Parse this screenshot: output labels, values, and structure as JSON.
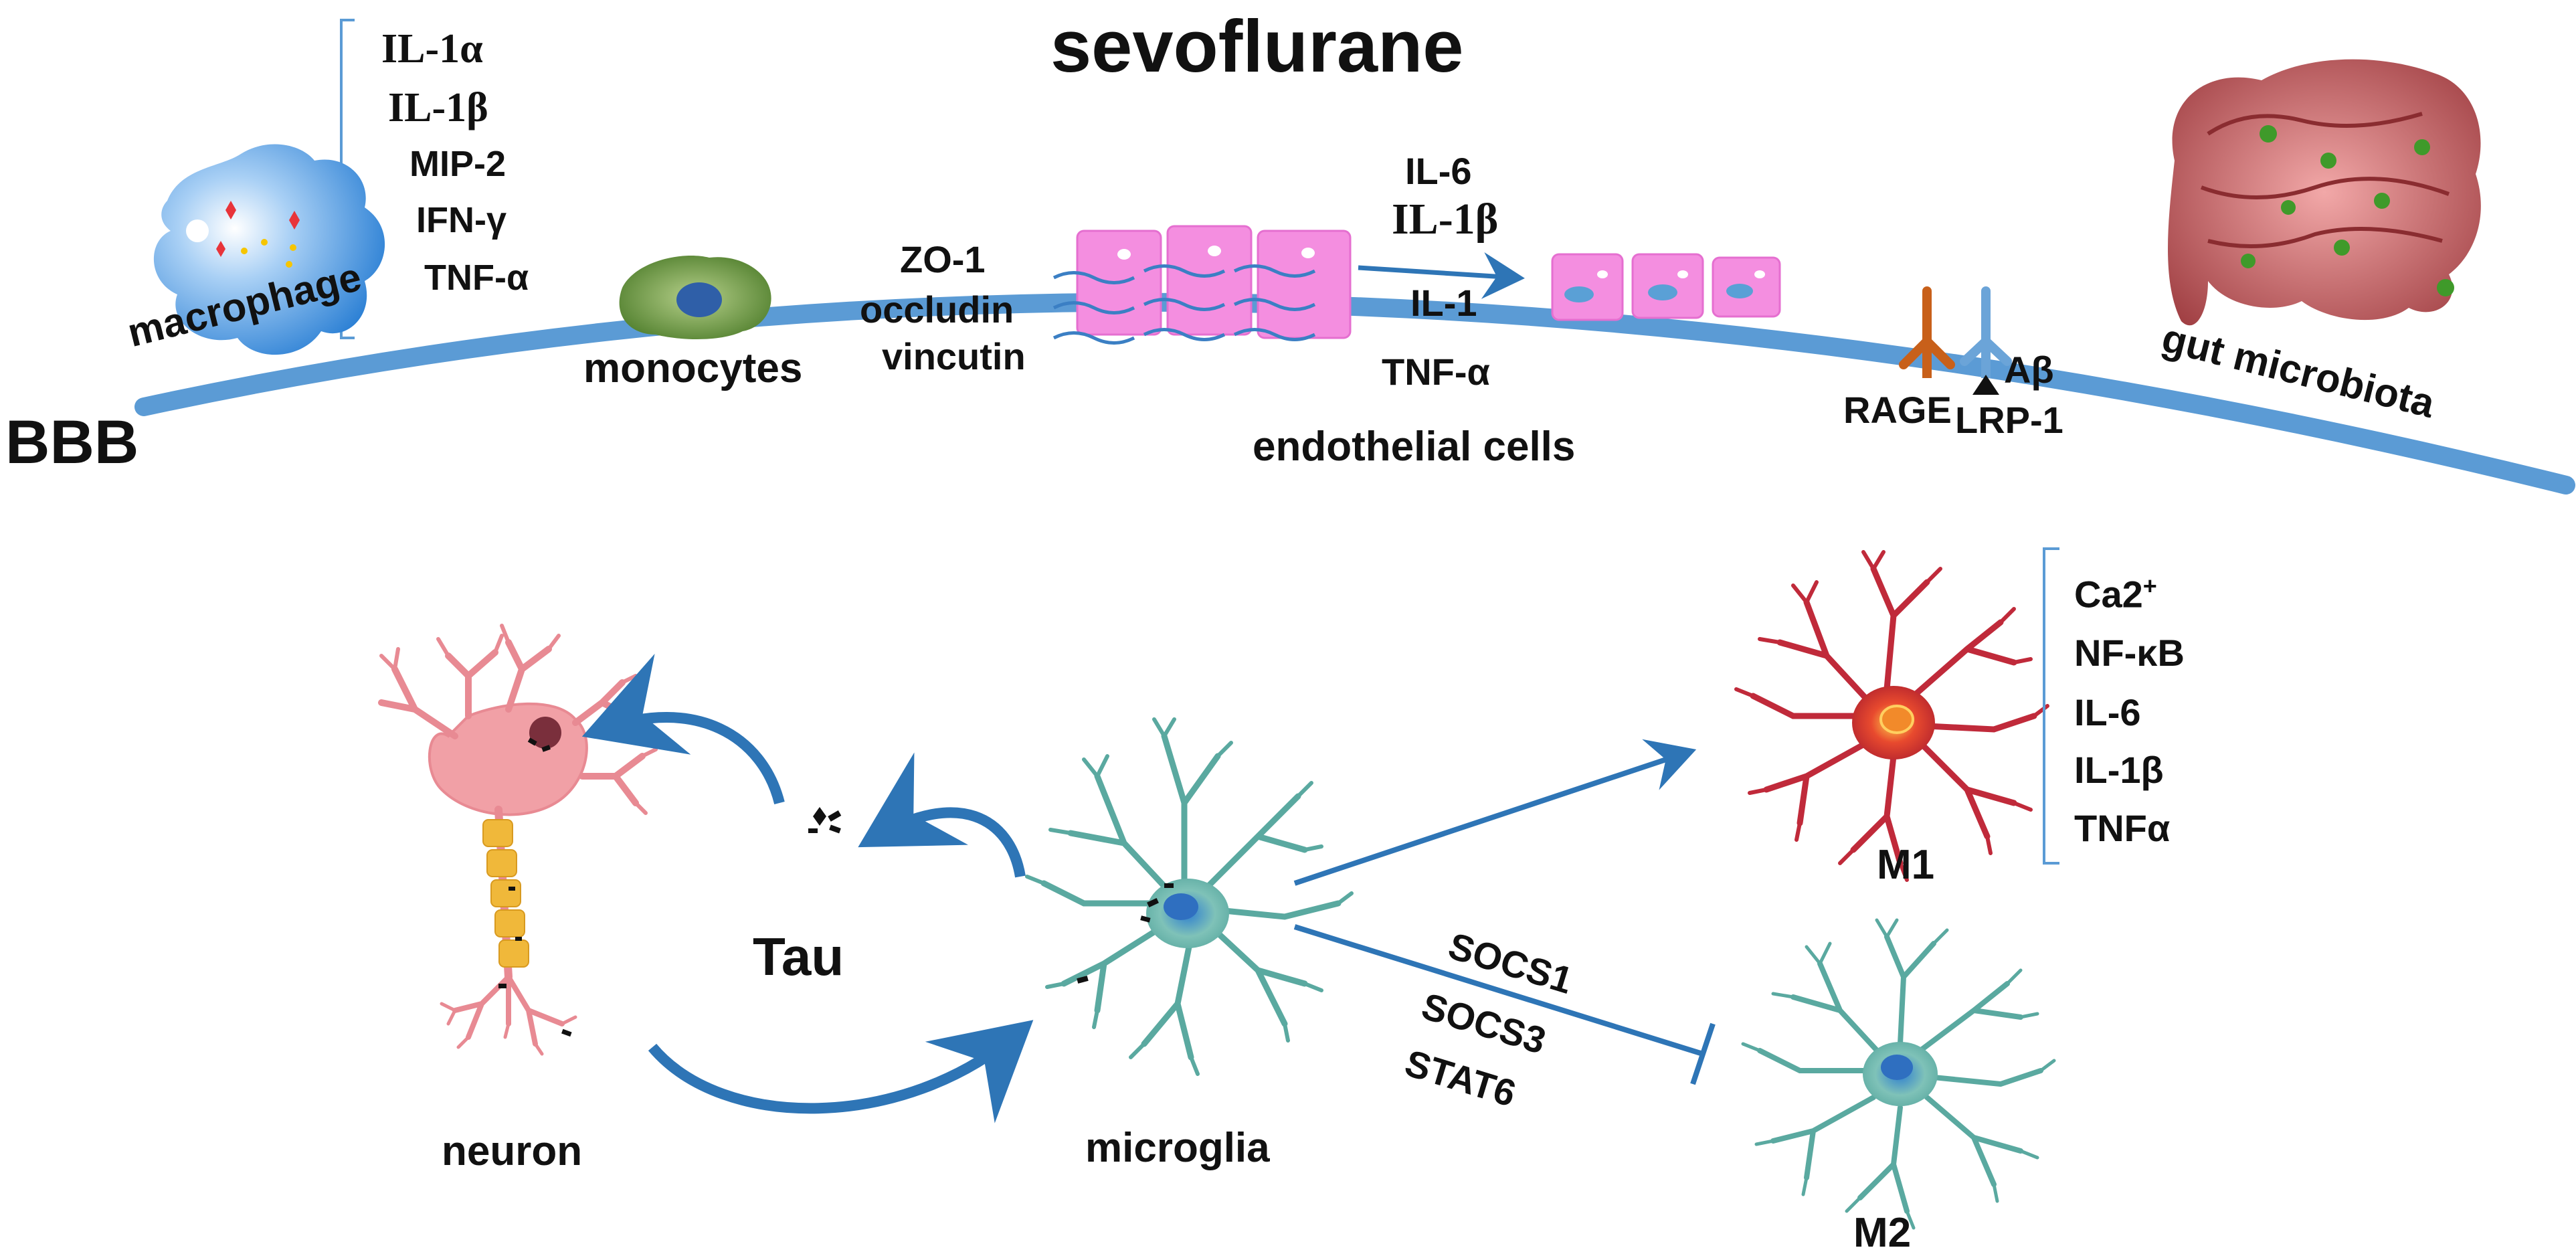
{
  "title": "sevoflurane",
  "barrier_label": "BBB",
  "macrophage": {
    "label": "macrophage",
    "factors": [
      "IL-1α",
      "IL-1β",
      "MIP-2",
      "IFN-γ",
      "TNF-α"
    ]
  },
  "monocytes": {
    "label": "monocytes"
  },
  "junction_proteins": [
    "ZO-1",
    "occludin",
    "vincutin"
  ],
  "endothelial": {
    "label": "endothelial cells",
    "above_arrow": [
      "IL-6",
      "IL-1β"
    ],
    "below_arrow": [
      "IL-1",
      "TNF-α"
    ]
  },
  "receptors": {
    "rage": "RAGE",
    "lrp1": "LRP-1",
    "abeta": "Aβ"
  },
  "gut": {
    "label": "gut microbiota"
  },
  "neuron": {
    "label": "neuron"
  },
  "tau": {
    "label": "Tau"
  },
  "microglia": {
    "label": "microglia"
  },
  "m1": {
    "label": "M1",
    "factors": [
      "Ca2",
      "NF-κB",
      "IL-6",
      "IL-1β",
      "TNFα"
    ],
    "ca_sup": "+"
  },
  "m2": {
    "label": "M2"
  },
  "inhibitors": [
    "SOCS1",
    "SOCS3",
    "STAT6"
  ],
  "colors": {
    "barrier": "#5b9bd5",
    "arrow": "#2e75b6",
    "endothelial": "#f48ee0",
    "neuron": "#e06e7a",
    "myelin": "#f0b83a",
    "microglia": "#5aa9a0",
    "m1": "#c02a3a",
    "macrophage": "#3b8fdb",
    "monocyte": "#5d8a3b",
    "gut": "#b5454a",
    "rage": "#c8601a"
  }
}
